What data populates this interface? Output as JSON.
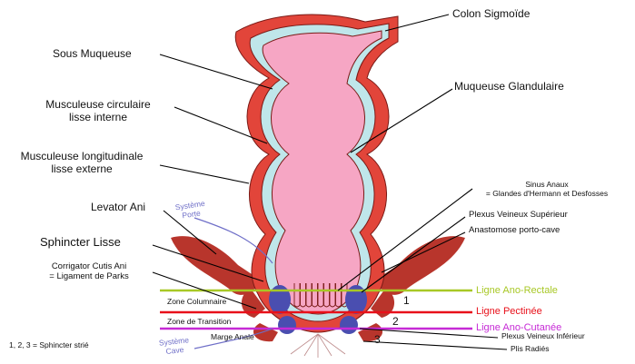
{
  "labels": {
    "colon_sigmoide": "Colon Sigmoïde",
    "sous_muqueuse": "Sous Muqueuse",
    "musculeuse_circulaire": [
      "Musculeuse circulaire",
      "lisse interne"
    ],
    "musculeuse_longitudinale": [
      "Musculeuse longitudinale",
      "lisse externe"
    ],
    "levator_ani": "Levator Ani",
    "sphincter_lisse": "Sphincter Lisse",
    "corrigator": [
      "Corrigator Cutis Ani",
      "= Ligament de Parks"
    ],
    "muqueuse_glandulaire": "Muqueuse Glandulaire",
    "sinus_anaux": [
      "Sinus Anaux",
      "= Glandes d'Hermann et Desfosses"
    ],
    "plexus_superieur": "Plexus Veineux Supérieur",
    "anastomose": "Anastomose porto-cave",
    "ligne_ano_rectale": "Ligne Ano-Rectale",
    "ligne_pectinee": "Ligne Pectinée",
    "ligne_ano_cutanee": "Ligne Ano-Cutanée",
    "plexus_inferieur": "Plexus Veineux Inférieur",
    "plis_radies": "Plis Radiés",
    "zone_columnaire": "Zone Columnaire",
    "zone_transition": "Zone de Transition",
    "marge_anale": "Marge Anale",
    "sphincter_strie_note": "1, 2, 3 = Sphincter strié",
    "num_1": "1",
    "num_2": "2",
    "num_3": "3",
    "systeme_porte": [
      "Système",
      "Porte"
    ],
    "systeme_cave": [
      "Système",
      "Cave"
    ]
  },
  "colors": {
    "muscle": "#e2453a",
    "submucosa": "#bfe6ea",
    "mucosa": "#f6a6c4",
    "venous_plexus": "#4a4eb0",
    "levator": "#b8352c",
    "line_ano_rectale": "#a8c826",
    "line_pectinee": "#e8101a",
    "line_ano_cutanee": "#c62ad6",
    "blue_annotation": "#6f6fc8"
  }
}
